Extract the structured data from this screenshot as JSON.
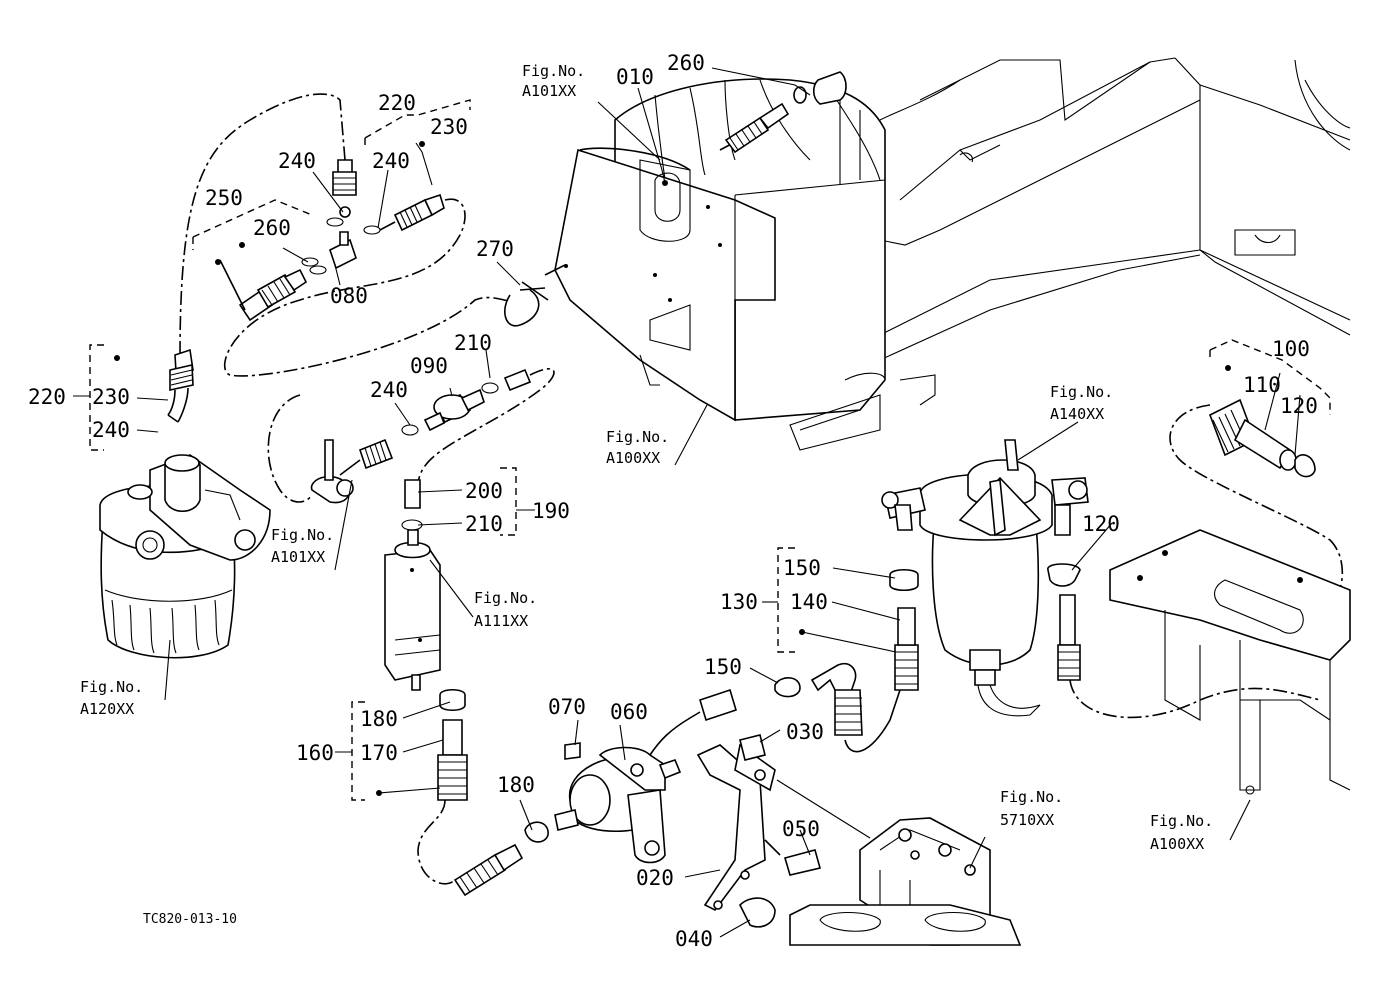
{
  "drawing_code": "TC820-013-10",
  "fig_refs": [
    "Fig.No.",
    "A101XX",
    "A100XX",
    "A101XX",
    "A111XX",
    "A120XX",
    "A140XX",
    "A100XX",
    "5710XX"
  ],
  "parts": [
    "010",
    "260",
    "220",
    "230",
    "240",
    "240",
    "250",
    "260",
    "080",
    "270",
    "210",
    "090",
    "240",
    "200",
    "210",
    "190",
    "220",
    "230",
    "240",
    "100",
    "110",
    "120",
    "120",
    "150",
    "140",
    "130",
    "150",
    "180",
    "170",
    "160",
    "070",
    "060",
    "030",
    "180",
    "050",
    "020",
    "040"
  ]
}
